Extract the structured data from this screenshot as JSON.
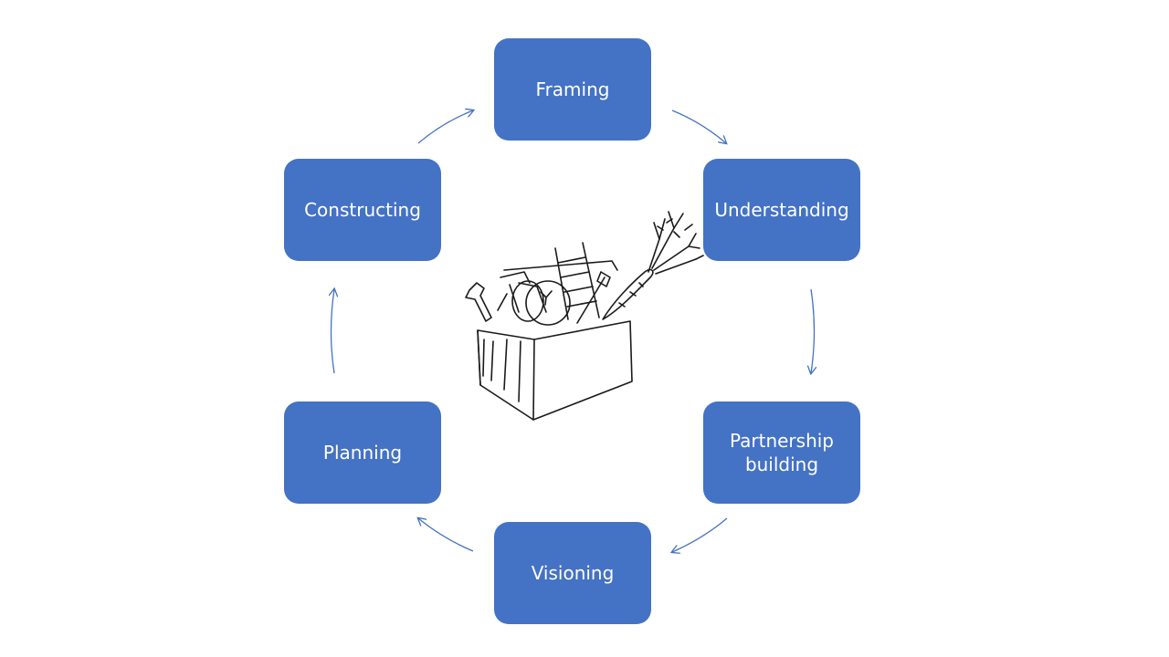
{
  "diagram": {
    "accent_color": "#4472C4",
    "arrow_color": "#4472C4",
    "cycle": [
      {
        "id": "framing",
        "label": "Framing"
      },
      {
        "id": "understanding",
        "label": "Understanding"
      },
      {
        "id": "partnership",
        "label": "Partnership\nbuilding"
      },
      {
        "id": "visioning",
        "label": "Visioning"
      },
      {
        "id": "planning",
        "label": "Planning"
      },
      {
        "id": "constructing",
        "label": "Constructing"
      }
    ],
    "center_icon": "toolbox-with-vegetables-icon"
  }
}
